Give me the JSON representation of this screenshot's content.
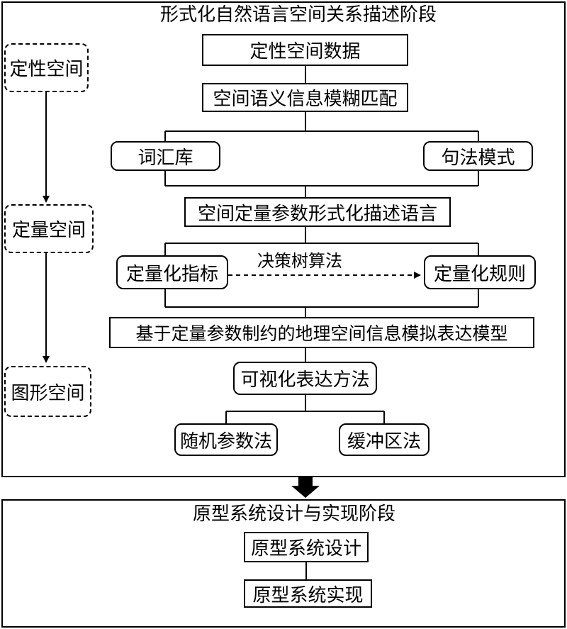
{
  "stage1": {
    "title": "形式化自然语言空间关系描述阶段",
    "spaces": [
      "定性空间",
      "定量空间",
      "图形空间"
    ],
    "qualitative_data": "定性空间数据",
    "fuzzy_matching": "空间语义信息模糊匹配",
    "vocabulary": "词汇库",
    "syntax_pattern": "句法模式",
    "formal_language": "空间定量参数形式化描述语言",
    "quant_indicator": "定量化指标",
    "algorithm_label": "决策树算法",
    "quant_rule": "定量化规则",
    "simulation_model": "基于定量参数制约的地理空间信息模拟表达模型",
    "visualization": "可视化表达方法",
    "random_param": "随机参数法",
    "buffer_method": "缓冲区法"
  },
  "stage2": {
    "title": "原型系统设计与实现阶段",
    "design": "原型系统设计",
    "implementation": "原型系统实现"
  }
}
